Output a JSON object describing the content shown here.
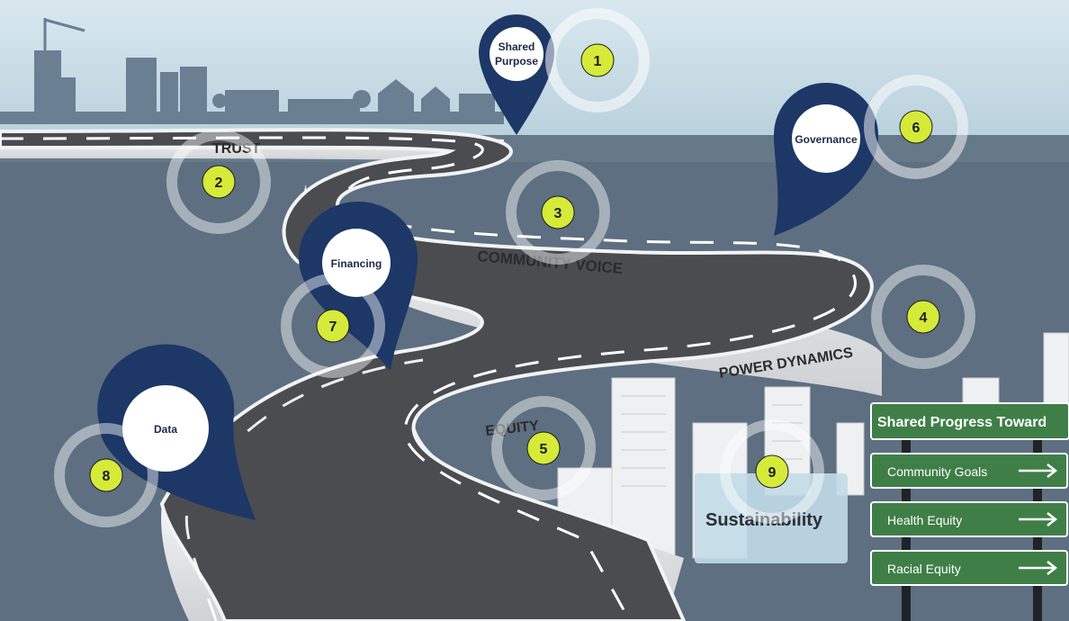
{
  "road_labels": {
    "trust": "TRUST",
    "community_voice": "COMMUNITY VOICE",
    "power_dynamics": "POWER DYNAMICS",
    "equity": "EQUITY",
    "sustainability": "Sustainability"
  },
  "pins": {
    "shared_purpose_line1": "Shared",
    "shared_purpose_line2": "Purpose",
    "governance": "Governance",
    "financing": "Financing",
    "data": "Data"
  },
  "markers": [
    "1",
    "2",
    "3",
    "4",
    "5",
    "6",
    "7",
    "8",
    "9"
  ],
  "signpost": {
    "header": "Shared Progress Toward",
    "items": [
      "Community Goals",
      "Health Equity",
      "Racial Equity"
    ],
    "arrow_icon": "right-arrow-icon"
  },
  "colors": {
    "sky": "#c5dbe6",
    "water": "#5d6f80",
    "road": "#4a4c50",
    "road_wall": "#e8e8ea",
    "pin": "#1d3766",
    "marker": "#d6ea3a",
    "sign": "#3f7f47"
  }
}
